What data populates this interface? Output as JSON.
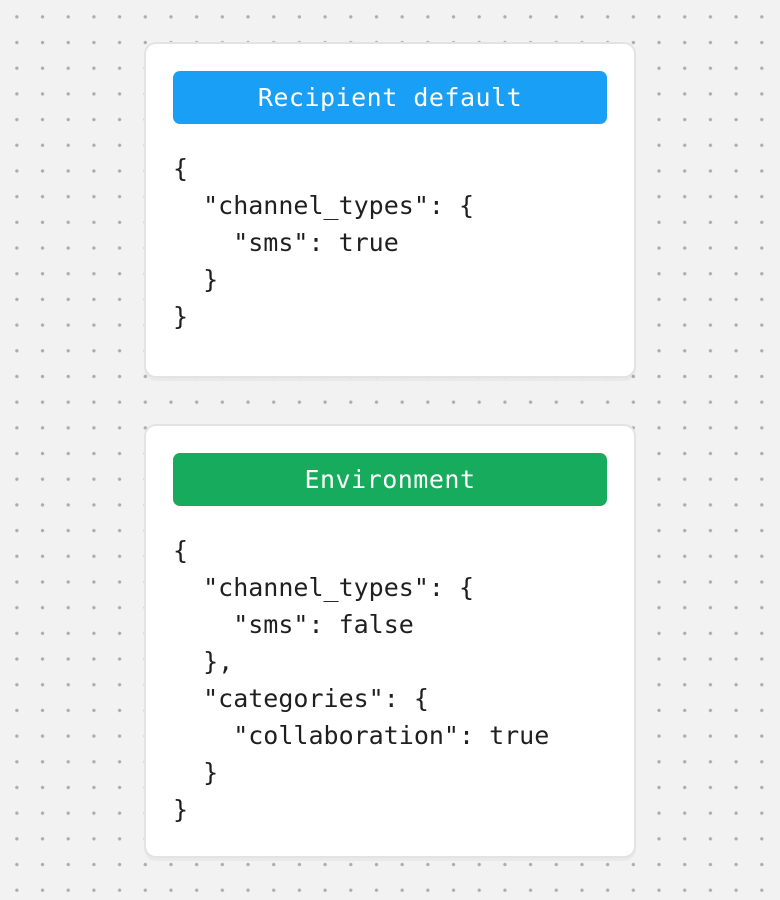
{
  "background": {
    "color": "#f2f2f2",
    "dot_color": "#ababab"
  },
  "cards": [
    {
      "name": "recipient-default",
      "header": {
        "label": "Recipient default",
        "background": "#1a9ff7",
        "text_color": "#ffffff"
      },
      "code": "{\n  \"channel_types\": {\n    \"sms\": true\n  }\n}"
    },
    {
      "name": "environment",
      "header": {
        "label": "Environment",
        "background": "#17ab5d",
        "text_color": "#ffffff"
      },
      "code": "{\n  \"channel_types\": {\n    \"sms\": false\n  },\n  \"categories\": {\n    \"collaboration\": true\n  }\n}"
    }
  ]
}
